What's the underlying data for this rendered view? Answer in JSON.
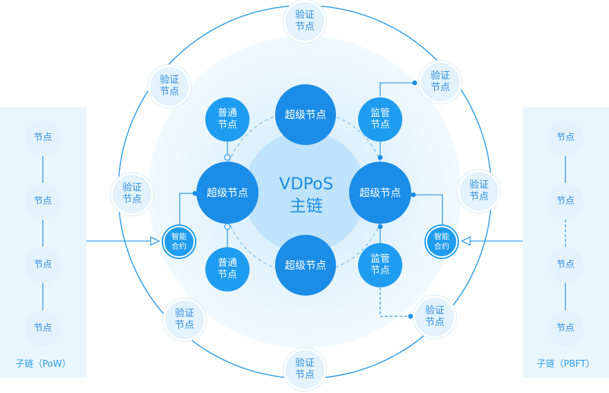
{
  "main_chain": {
    "title_line1": "VDPoS",
    "title_line2": "主链"
  },
  "super_node_label": "超级节点",
  "validator_label": "验证\n节点",
  "ordinary_label": "普通\n节点",
  "supervisor_label": "监管\n节点",
  "smart_contract_label": "智能\n合约",
  "child_node_label": "节点",
  "left_chain": {
    "label": "子链（PoW）"
  },
  "right_chain": {
    "label": "子链（PBFT）"
  },
  "colors": {
    "primary": "#1b8de6",
    "accent": "#1e9cf0",
    "pale": "#e3f2fd",
    "panel": "#eaf6fd",
    "ring": "#2c9bea"
  }
}
